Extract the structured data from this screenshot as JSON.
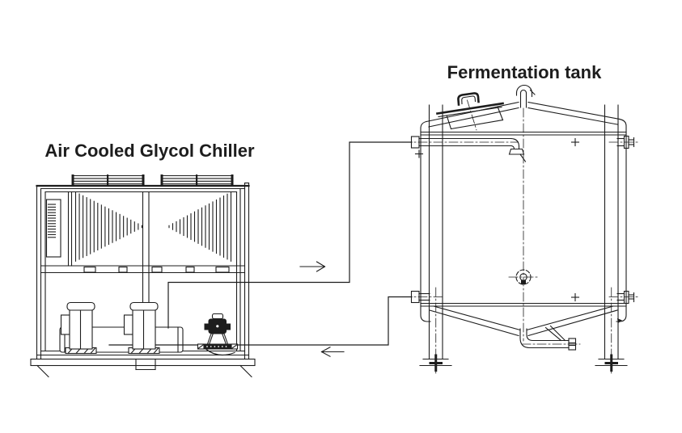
{
  "page": {
    "background": "#ffffff",
    "line_color": "#1d1d1d"
  },
  "labels": {
    "chiller": "Air Cooled Glycol Chiller",
    "tank": "Fermentation tank"
  },
  "flow": {
    "supply_arrow": "→",
    "supply_direction": "right",
    "return_arrow": "←",
    "return_direction": "left"
  }
}
